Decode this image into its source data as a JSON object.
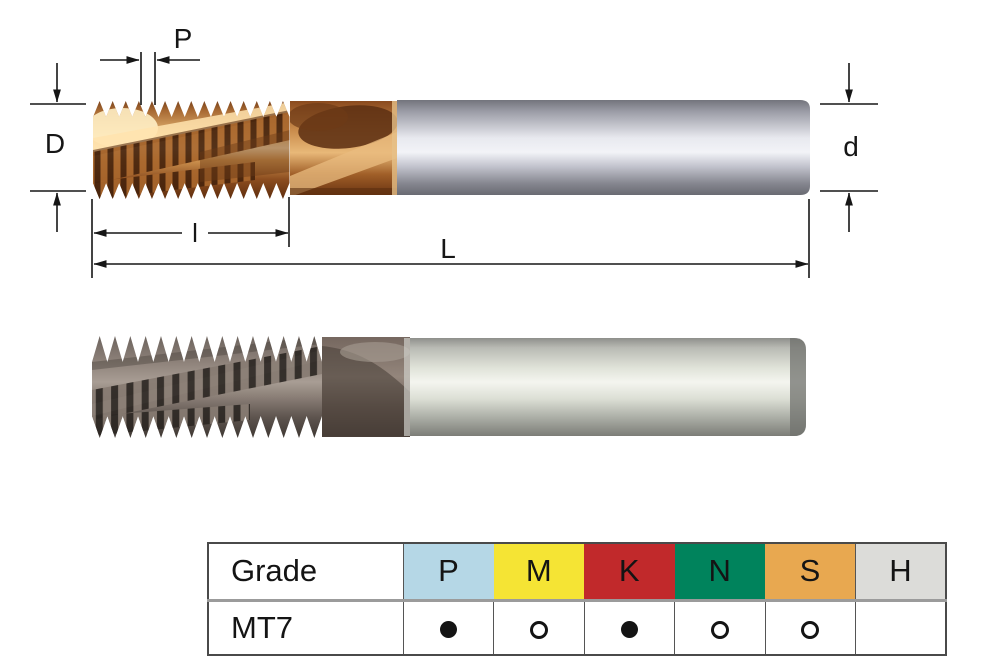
{
  "diagram": {
    "labels": {
      "pitch": "P",
      "thread_diameter": "D",
      "shank_diameter": "d",
      "thread_length": "l",
      "overall_length": "L"
    }
  },
  "table": {
    "grade_label": "Grade",
    "columns": [
      {
        "label": "P",
        "color": "#b5d7e6"
      },
      {
        "label": "M",
        "color": "#f5e434"
      },
      {
        "label": "K",
        "color": "#c1292b"
      },
      {
        "label": "N",
        "color": "#00835c"
      },
      {
        "label": "S",
        "color": "#e8a850"
      },
      {
        "label": "H",
        "color": "#dcdcd9"
      }
    ],
    "rows": [
      {
        "name": "MT7",
        "marks": [
          "filled",
          "open",
          "filled",
          "open",
          "open",
          "none"
        ]
      }
    ]
  }
}
